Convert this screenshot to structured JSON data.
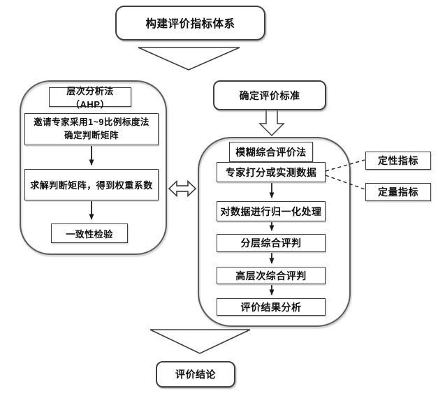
{
  "colors": {
    "line": "#3f3f3f",
    "container_line": "#5c5c5c",
    "text": "#111111",
    "background": "#ffffff"
  },
  "nodes": {
    "top": "构建评价指标体系",
    "ahp": {
      "title": "层次分析法（AHP）",
      "steps": [
        "邀请专家采用1~9比例标度法确定判断矩阵",
        "求解判断矩阵，得到权重系数",
        "一致性检验"
      ]
    },
    "criteria": "确定评价标准",
    "fuzzy": {
      "title": "模糊综合评价法",
      "steps": [
        "专家打分或实测数据",
        "对数据进行归一化处理",
        "分层综合评判",
        "高层次综合评判",
        "评价结果分析"
      ]
    },
    "indicators": [
      "定性指标",
      "定量指标"
    ],
    "conclusion": "评价结论"
  }
}
